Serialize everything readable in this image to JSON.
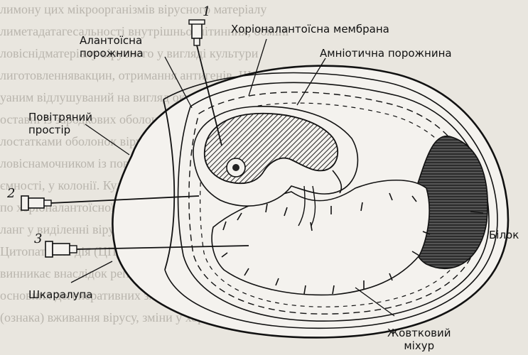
{
  "labels": {
    "allantoic_cavity": [
      "Алантоїсна",
      "порожнина"
    ],
    "chorioallantoic_membrane": "Хоріоналантоїсна мембрана",
    "amniotic_cavity": "Амніотична порожнина",
    "air_space": [
      "Повітряний",
      "простір"
    ],
    "albumen": "Білок",
    "shell": "Шкаралупа",
    "yolk_sac": [
      "Жовтковий",
      "міхур"
    ]
  },
  "needle_numbers": [
    "1",
    "2",
    "3"
  ],
  "background_text": [
    "лимону цих мікроорганізмів вірусного матеріалу",
    "лиметадатагесальності внутрішньоклітинних, обміні",
    "ловіснідматеріалу вірусного у вигляді культури",
    "лиготовленнявакцин, отримання антигенів. Щодо цього",
    "уаним відлушуваний на вигляд окремими частинами",
    "оставні із зародкових оболонок вірусу, заражений",
    "лостатками оболонок вірусу, культури заражений",
    "ловіснамочником із повітрям зараженням оболонок",
    "ємності, у колонії. Культури вірусів, пташиних",
    "по хоріоналантоїсної мембрани. Для таких вже не",
    "ланг у виділенні вірусів, порожнина жовткова",
    "Цитопатична дія (ЦПД) — це вид ураження клітин,",
    "винникає внаслідок реплікації вірусу й накопичення",
    "основних дегенеративних змін у клітинах оболонки",
    "(ознака) вживання вірусу, зміни у хоріоналантоїсних"
  ]
}
